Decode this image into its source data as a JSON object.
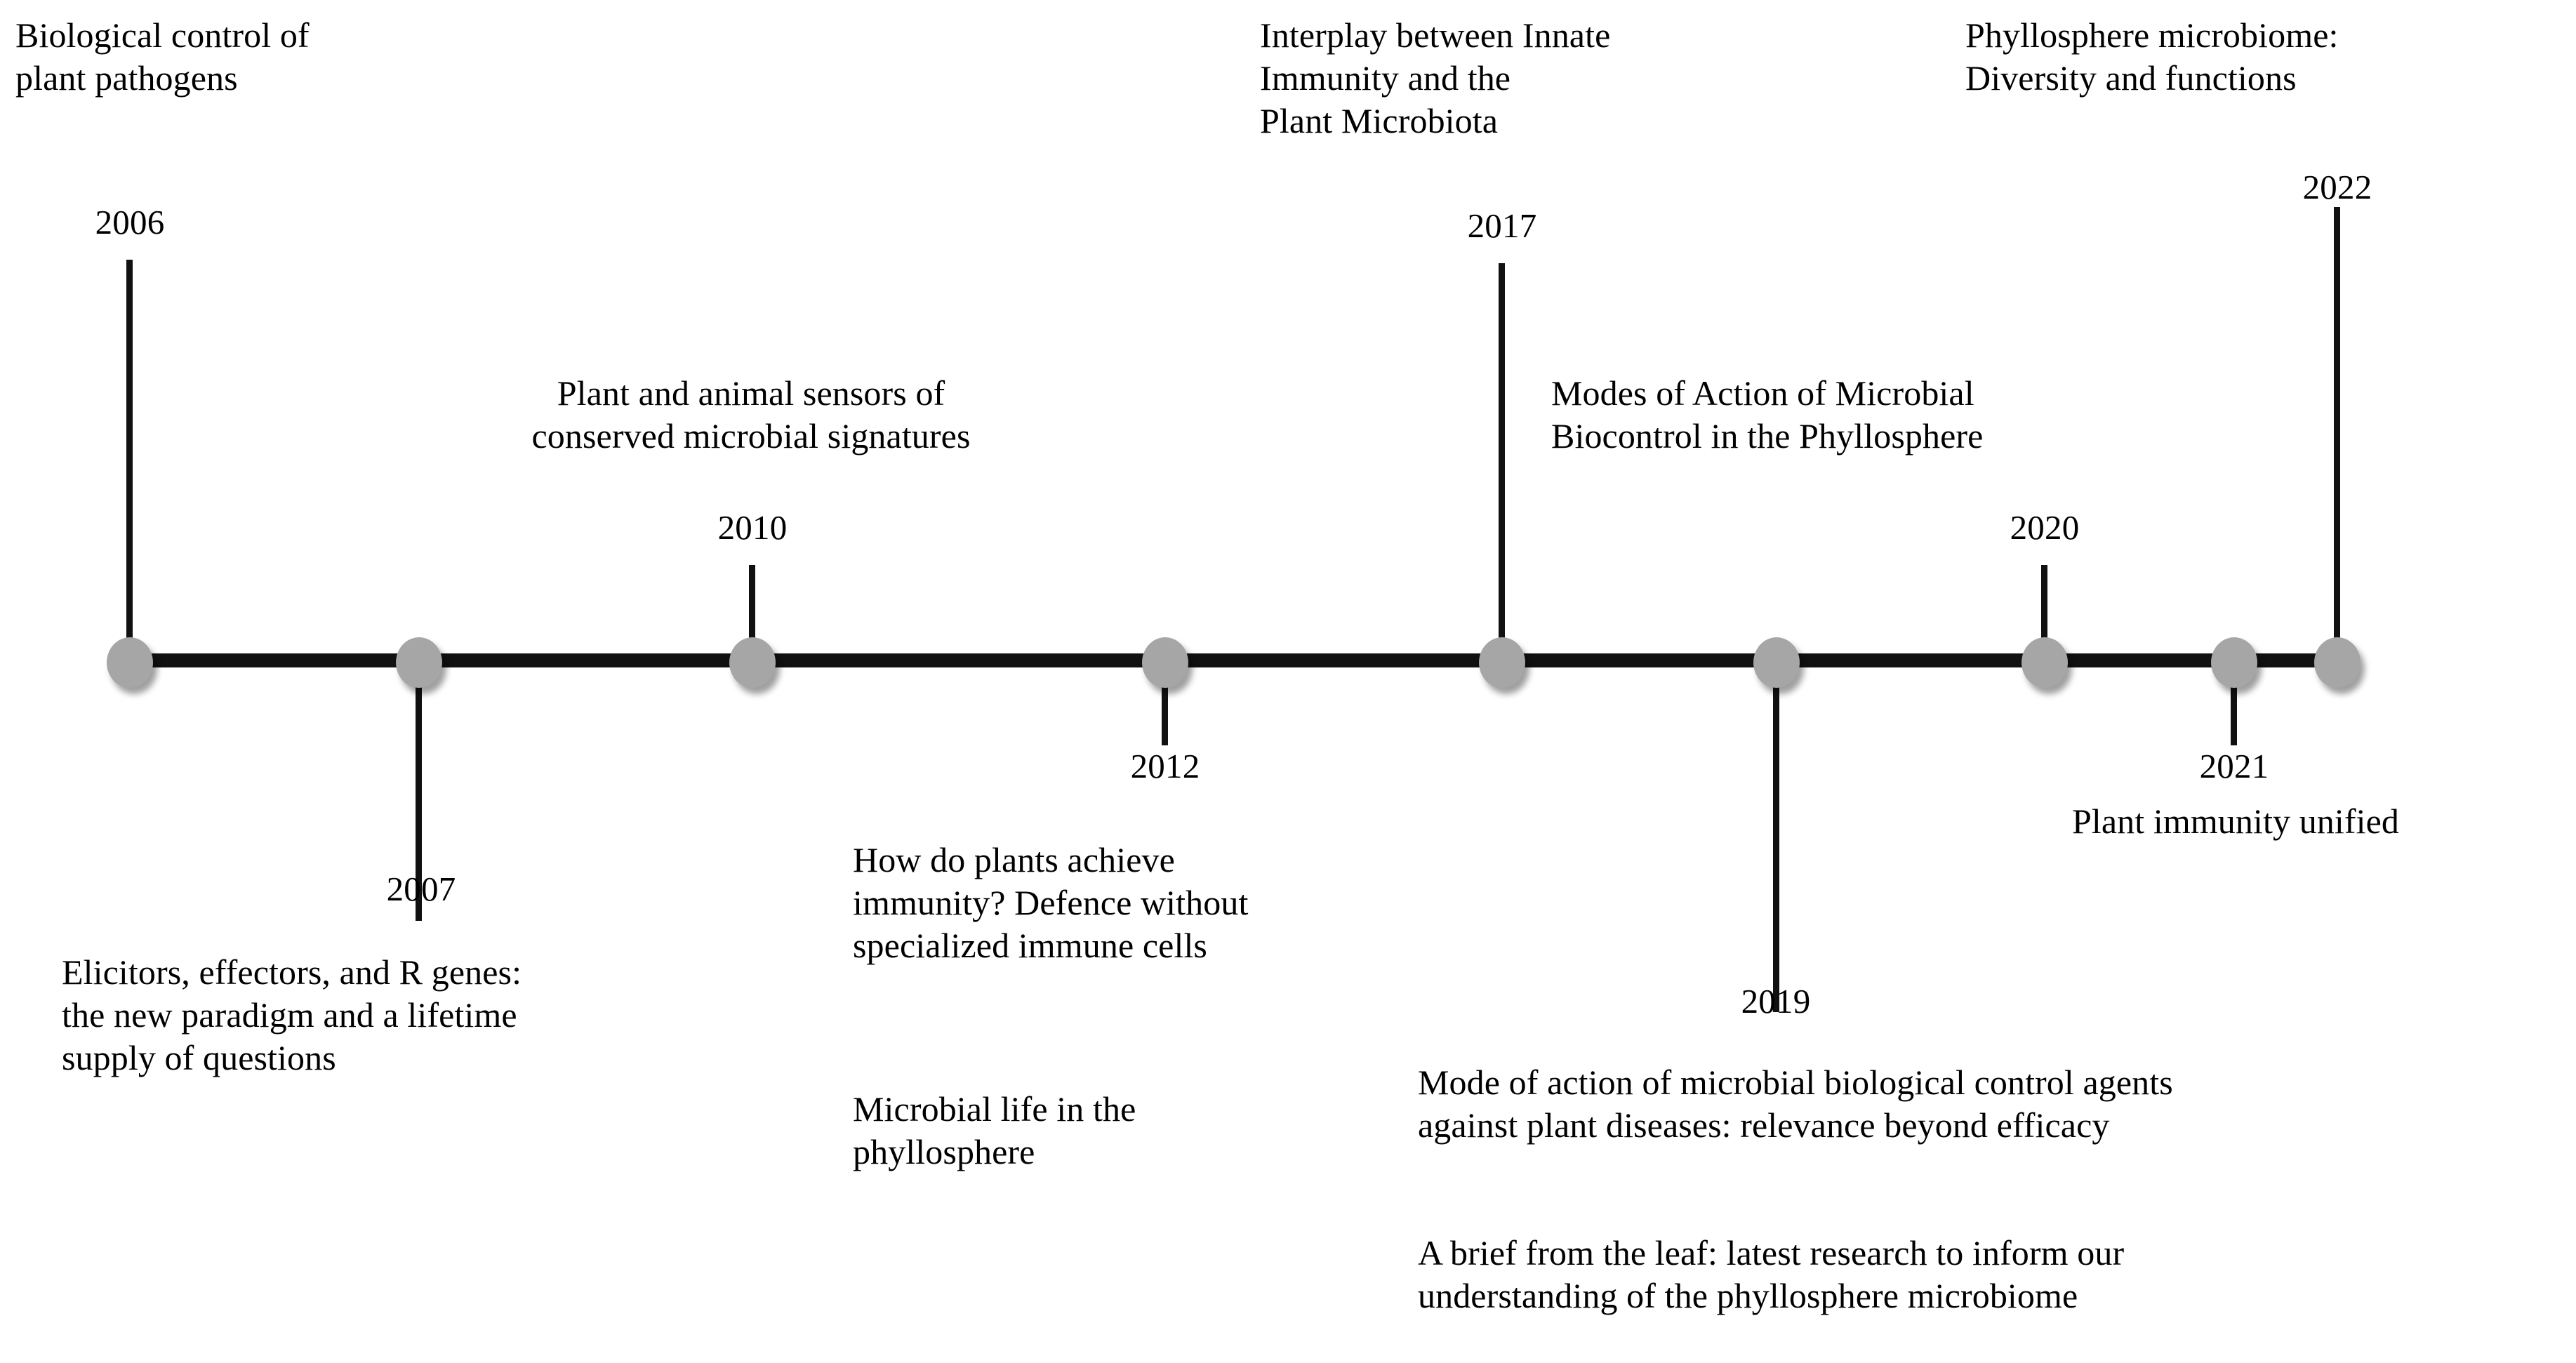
{
  "figure": {
    "kind": "timeline",
    "orientation": "horizontal",
    "axis_color": "#111111",
    "node_color": "#A6A6A6",
    "background": "#ffffff"
  },
  "events": [
    {
      "id": "e2006",
      "year": "2006",
      "side": "above",
      "titles": [
        "Biological control of",
        "plant pathogens"
      ]
    },
    {
      "id": "e2007",
      "year": "2007",
      "side": "below",
      "titles": [
        "Elicitors, effectors, and R genes:",
        "the new paradigm and a lifetime",
        "supply of questions"
      ]
    },
    {
      "id": "e2010",
      "year": "2010",
      "side": "above",
      "titles": [
        "Plant and animal sensors of",
        "conserved microbial signatures"
      ]
    },
    {
      "id": "e2012",
      "year": "2012",
      "side": "below",
      "titles": [
        "How do plants achieve",
        "immunity? Defence without",
        "specialized immune cells"
      ],
      "titles2": [
        "Microbial life in the",
        "phyllosphere"
      ]
    },
    {
      "id": "e2017",
      "year": "2017",
      "side": "above",
      "titles": [
        "Interplay between Innate",
        "Immunity and the",
        "Plant Microbiota"
      ]
    },
    {
      "id": "e2019",
      "year": "2019",
      "side": "below",
      "titles": [
        "Mode of action of microbial biological control agents",
        "against plant diseases: relevance beyond efficacy"
      ],
      "titles2": [
        "A brief from the leaf: latest research to inform our",
        "understanding of the phyllosphere microbiome"
      ]
    },
    {
      "id": "e2020",
      "year": "2020",
      "side": "above",
      "titles": [
        "Modes of Action of Microbial",
        "Biocontrol in the Phyllosphere"
      ]
    },
    {
      "id": "e2021",
      "year": "2021",
      "side": "below",
      "titles": [
        "Plant immunity unified"
      ]
    },
    {
      "id": "e2022",
      "year": "2022",
      "side": "above",
      "titles": [
        "Phyllosphere microbiome:",
        "Diversity and functions"
      ]
    }
  ],
  "labels": {
    "y2006": "2006",
    "y2007": "2007",
    "y2010": "2010",
    "y2012": "2012",
    "y2017": "2017",
    "y2019": "2019",
    "y2020": "2020",
    "y2021": "2021",
    "y2022": "2022",
    "t2006_l1": "Biological control of",
    "t2006_l2": "plant pathogens",
    "t2007_l1": "Elicitors, effectors, and R genes:",
    "t2007_l2": "the new paradigm and a lifetime",
    "t2007_l3": "supply of questions",
    "t2010_l1": "Plant and animal sensors of",
    "t2010_l2": "conserved microbial signatures",
    "t2012_l1": "How do plants achieve",
    "t2012_l2": "immunity? Defence without",
    "t2012_l3": "specialized immune cells",
    "t2012b_l1": "Microbial life in the",
    "t2012b_l2": "phyllosphere",
    "t2017_l1": "Interplay between Innate",
    "t2017_l2": "Immunity and the",
    "t2017_l3": "Plant Microbiota",
    "t2019_l1": "Mode of action of microbial biological control agents",
    "t2019_l2": "against plant diseases: relevance beyond efficacy",
    "t2019b_l1": "A brief from the leaf: latest research to inform our",
    "t2019b_l2": "understanding of the phyllosphere microbiome",
    "t2020_l1": "Modes of Action of Microbial",
    "t2020_l2": "Biocontrol in the Phyllosphere",
    "t2021_l1": "Plant immunity unified",
    "t2022_l1": "Phyllosphere microbiome:",
    "t2022_l2": "Diversity and functions"
  }
}
